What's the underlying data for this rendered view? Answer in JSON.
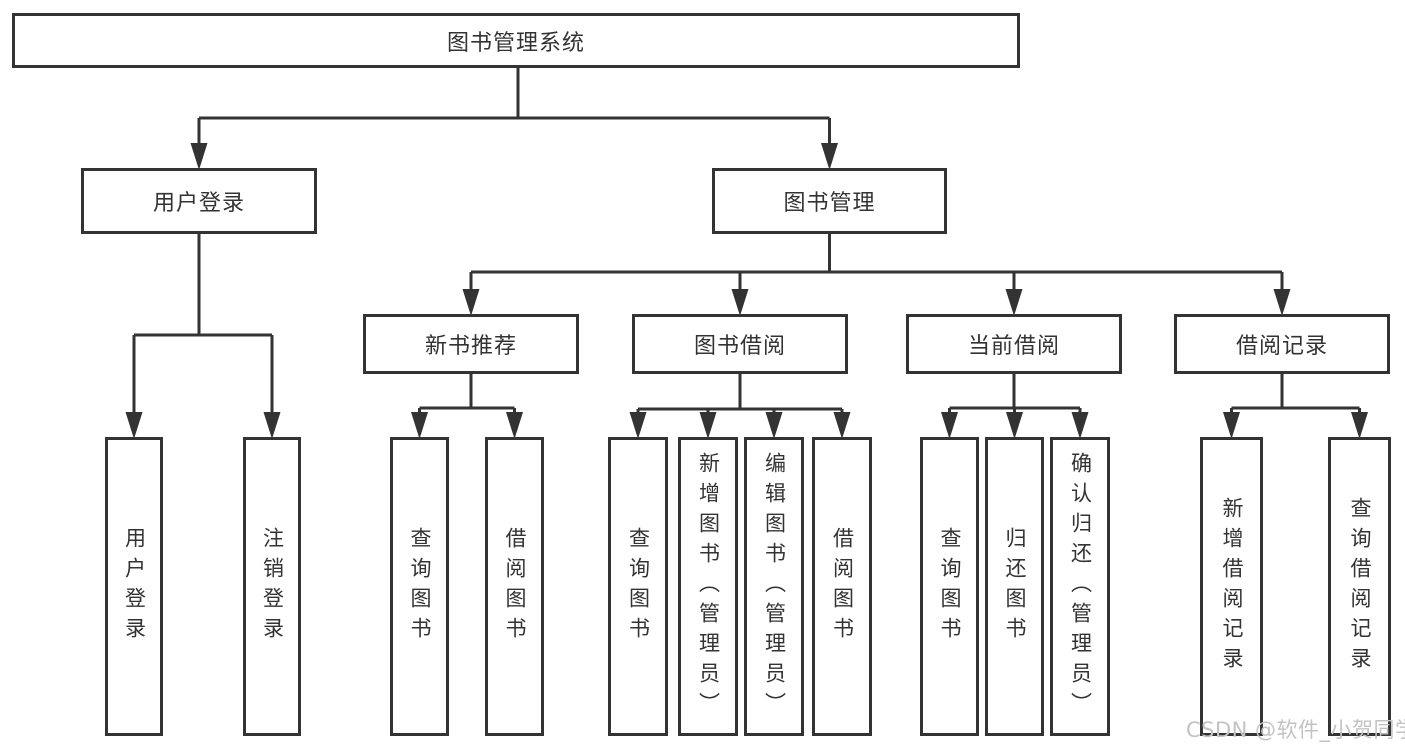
{
  "diagram": {
    "title": "图书管理系统",
    "colors": {
      "line": "#333333",
      "box_border": "#333333",
      "box_background": "#ffffff",
      "text": "#333333"
    },
    "tree": {
      "id": "root",
      "label": "图书管理系统",
      "children": [
        {
          "id": "user-login",
          "label": "用户登录",
          "children": [
            {
              "id": "leaf-user-login",
              "label": "用户登录"
            },
            {
              "id": "leaf-logout",
              "label": "注销登录"
            }
          ]
        },
        {
          "id": "book-mgmt",
          "label": "图书管理",
          "children": [
            {
              "id": "new-book-rec",
              "label": "新书推荐",
              "children": [
                {
                  "id": "leaf-query-book-1",
                  "label": "查询图书"
                },
                {
                  "id": "leaf-borrow-book-1",
                  "label": "借阅图书"
                }
              ]
            },
            {
              "id": "book-borrow",
              "label": "图书借阅",
              "children": [
                {
                  "id": "leaf-query-book-2",
                  "label": "查询图书"
                },
                {
                  "id": "leaf-add-book",
                  "label": "新增图书（管理员）"
                },
                {
                  "id": "leaf-edit-book",
                  "label": "编辑图书（管理员）"
                },
                {
                  "id": "leaf-borrow-book-2",
                  "label": "借阅图书"
                }
              ]
            },
            {
              "id": "current-borrow",
              "label": "当前借阅",
              "children": [
                {
                  "id": "leaf-query-book-3",
                  "label": "查询图书"
                },
                {
                  "id": "leaf-return-book",
                  "label": "归还图书"
                },
                {
                  "id": "leaf-confirm-return",
                  "label": "确认归还（管理员）"
                }
              ]
            },
            {
              "id": "borrow-records",
              "label": "借阅记录",
              "children": [
                {
                  "id": "leaf-add-record",
                  "label": "新增借阅记录"
                },
                {
                  "id": "leaf-query-record",
                  "label": "查询借阅记录"
                }
              ]
            }
          ]
        }
      ]
    },
    "watermark": {
      "text": "CSDN @软件_小贺同学",
      "color": "#c3c3c3"
    }
  }
}
